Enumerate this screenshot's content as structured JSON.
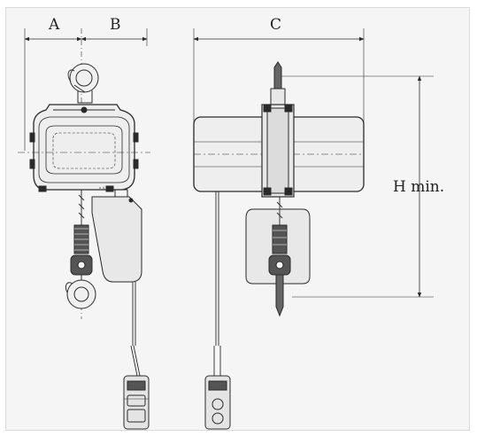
{
  "dimensions": {
    "a": "A",
    "b": "B",
    "c": "C",
    "h": "H min."
  },
  "colors": {
    "line": "#2a2a2a",
    "body_fill": "#eeeeee",
    "pendant_fill": "#e4e4e4",
    "background": "#f5f5f5"
  }
}
